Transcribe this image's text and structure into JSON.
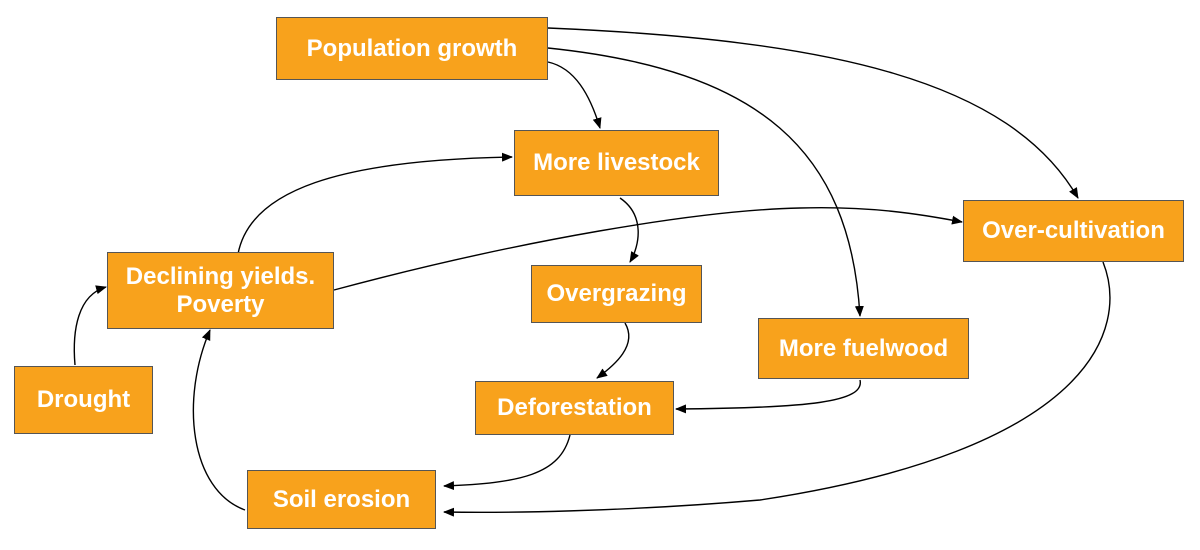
{
  "diagram": {
    "nodes": {
      "population_growth": "Population growth",
      "more_livestock": "More livestock",
      "over_cultivation": "Over-cultivation",
      "declining_yields": "Declining yields.\nPoverty",
      "overgrazing": "Overgrazing",
      "more_fuelwood": "More fuelwood",
      "drought": "Drought",
      "deforestation": "Deforestation",
      "soil_erosion": "Soil erosion"
    },
    "colors": {
      "node_fill": "#f8a21c",
      "node_text": "#ffffff",
      "arrow": "#000000"
    },
    "edges": [
      {
        "from": "population_growth",
        "to": "more_livestock"
      },
      {
        "from": "population_growth",
        "to": "over_cultivation"
      },
      {
        "from": "population_growth",
        "to": "more_fuelwood"
      },
      {
        "from": "more_livestock",
        "to": "overgrazing"
      },
      {
        "from": "overgrazing",
        "to": "deforestation"
      },
      {
        "from": "more_fuelwood",
        "to": "deforestation"
      },
      {
        "from": "deforestation",
        "to": "soil_erosion"
      },
      {
        "from": "over_cultivation",
        "to": "soil_erosion"
      },
      {
        "from": "soil_erosion",
        "to": "declining_yields"
      },
      {
        "from": "drought",
        "to": "declining_yields"
      },
      {
        "from": "declining_yields",
        "to": "more_livestock"
      },
      {
        "from": "declining_yields",
        "to": "over_cultivation"
      }
    ]
  }
}
